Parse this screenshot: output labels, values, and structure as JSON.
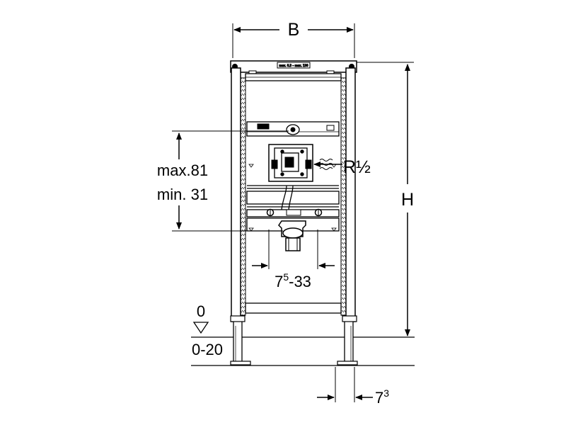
{
  "colors": {
    "ink": "#000000",
    "background": "#ffffff",
    "frame_fill": "#ffffff"
  },
  "dimensions": {
    "width_label": "B",
    "height_label": "H",
    "outlet_max": "max.81",
    "outlet_min": "min. 31",
    "thread_label": "R½",
    "spacing_base": "7",
    "spacing_sup": "5",
    "spacing_rest": "-33",
    "floor_level": "0",
    "foot_range": "0-20",
    "foot_offset_base": "7",
    "foot_offset_sup": "3"
  },
  "plate_text": "max. 0.3 – max. 130"
}
